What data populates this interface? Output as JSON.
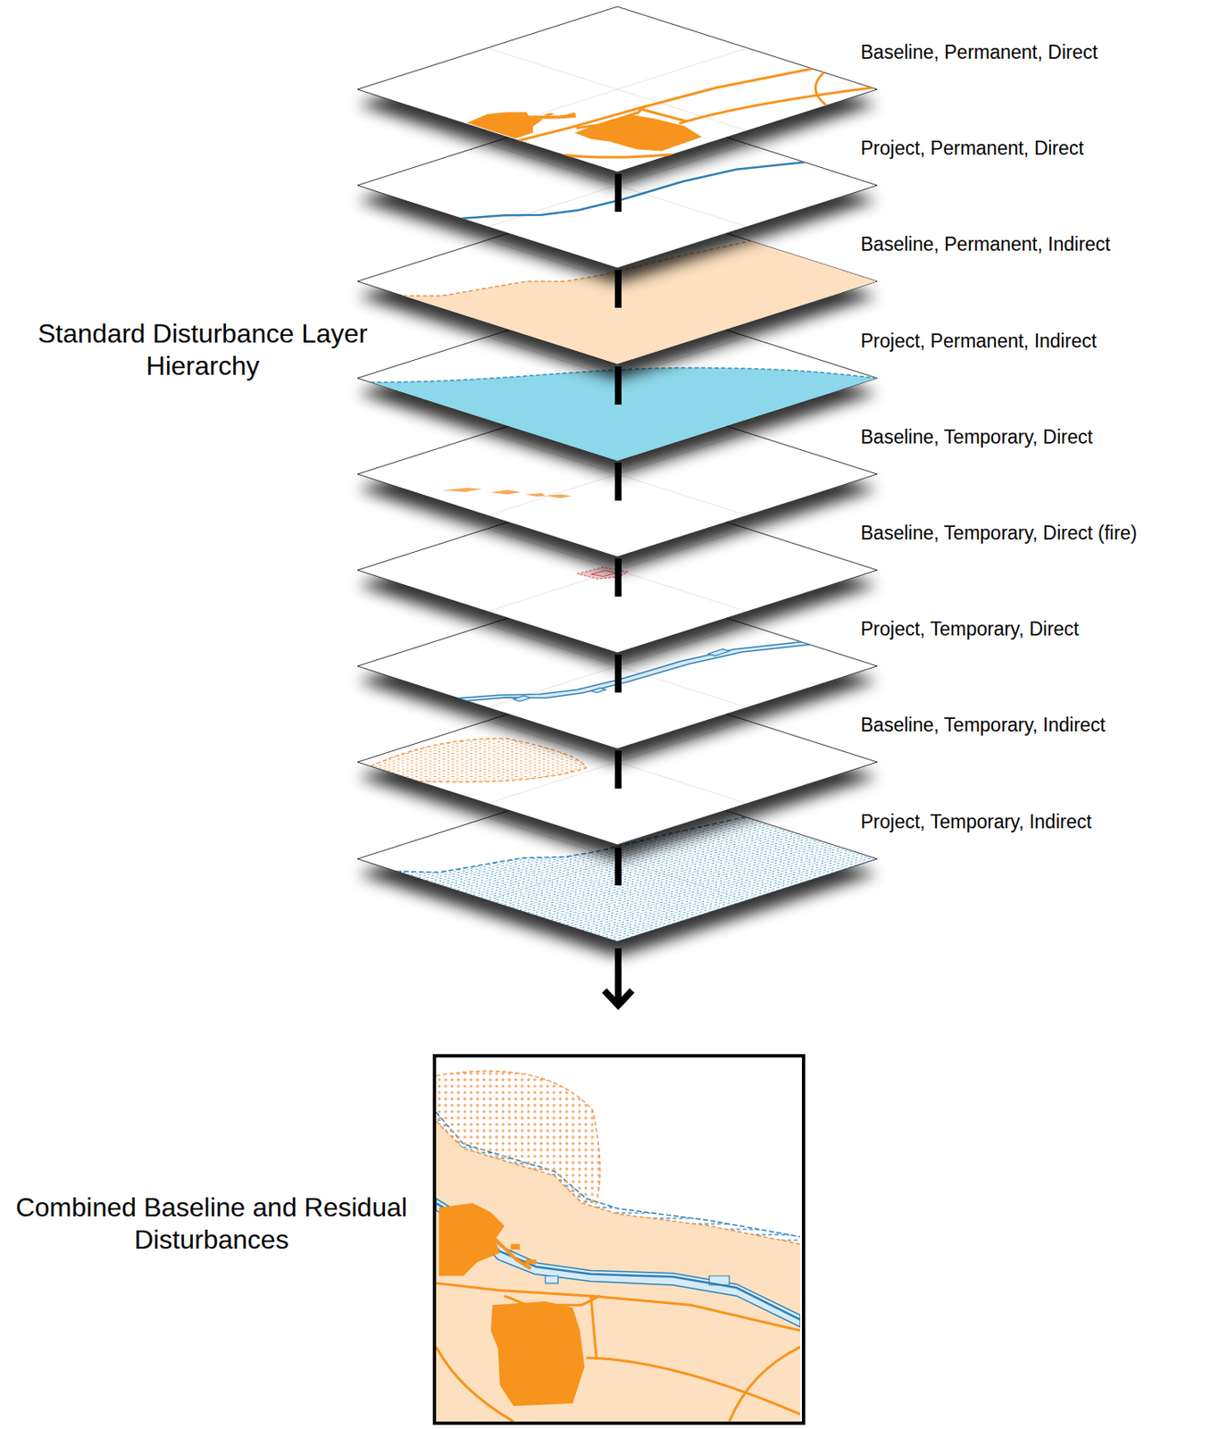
{
  "diagram": {
    "labels": [
      "Baseline, Permanent, Direct",
      "Project, Permanent, Direct",
      "Baseline, Permanent, Indirect",
      "Standard Disturbance Layer Hierarchy",
      "Project, Permanent, Indirect",
      "Baseline, Temporary, Direct",
      "Baseline, Temporary, Direct (fire)",
      "Project, Temporary, Direct",
      "Baseline, Temporary, Indirect",
      "Project, Temporary, Indirect",
      "Combined Baseline and Residual Disturbances"
    ]
  }
}
